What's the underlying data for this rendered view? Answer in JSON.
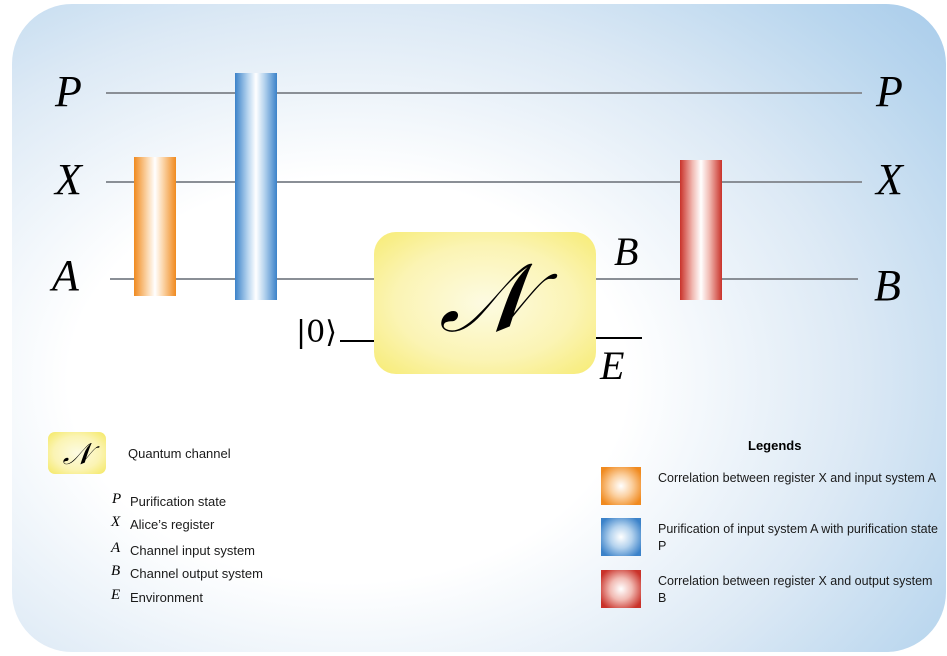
{
  "diagram": {
    "wires_left": [
      "P",
      "X",
      "A"
    ],
    "wires_right": [
      "P",
      "X",
      "B"
    ],
    "channel": {
      "symbol": "𝒩",
      "input_ket": "|0⟩",
      "output_B": "B",
      "output_E": "E"
    },
    "correlation_bars": {
      "orange": "#f08a1f",
      "blue": "#3b82c9",
      "red": "#c9322a"
    },
    "channel_color": "#f4e64a"
  },
  "legend_left": {
    "channel_symbol": "𝒩",
    "channel_label": "Quantum channel",
    "systems": [
      {
        "symbol": "P",
        "label": "Purification state"
      },
      {
        "symbol": "X",
        "label": "Alice’s register"
      },
      {
        "symbol": "A",
        "label": "Channel input system"
      },
      {
        "symbol": "B",
        "label": "Channel output system"
      },
      {
        "symbol": "E",
        "label": "Environment"
      }
    ]
  },
  "legend_right": {
    "title": "Legends",
    "items": [
      {
        "color": "orange",
        "text": "Correlation between register X and input system A"
      },
      {
        "color": "blue",
        "text": "Purification of input system A with purification state P"
      },
      {
        "color": "red",
        "text": "Correlation between register X and output system B"
      }
    ]
  }
}
